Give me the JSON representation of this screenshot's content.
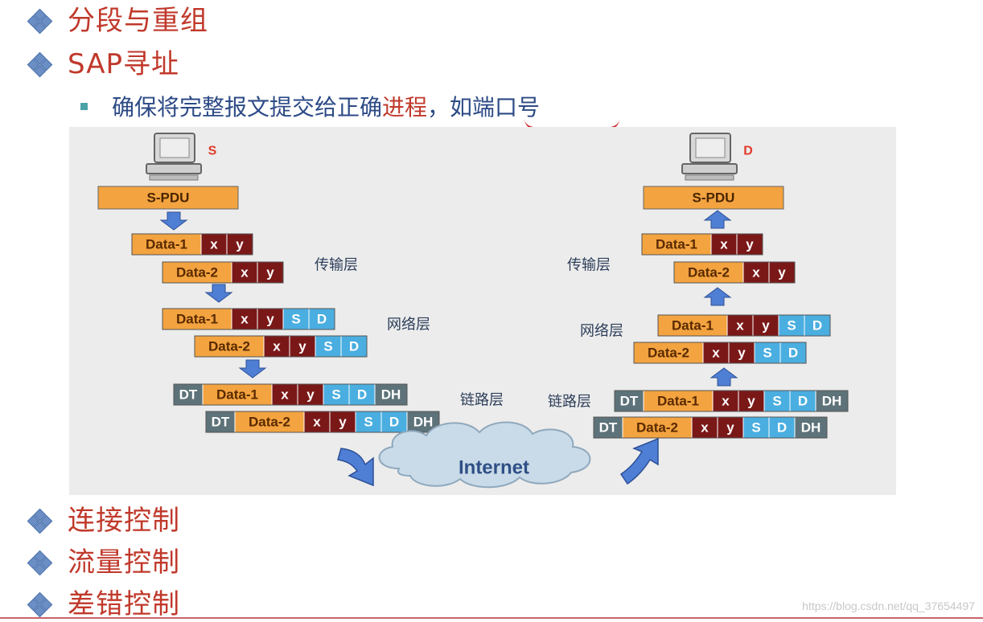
{
  "bullets": [
    {
      "text": "分段与重组"
    },
    {
      "text": "SAP寻址"
    },
    {
      "text": "连接控制"
    },
    {
      "text": "流量控制"
    },
    {
      "text": "差错控制"
    }
  ],
  "sub_bullet": {
    "part1": "确保将完整报文提交给正确",
    "part2": "进程",
    "part3": "，",
    "part4": "如端口号"
  },
  "diagram": {
    "labels": {
      "s": "S",
      "d": "D",
      "spdu": "S-PDU",
      "data1": "Data-1",
      "data2": "Data-2",
      "x": "x",
      "y": "y",
      "S": "S",
      "D": "D",
      "dt": "DT",
      "dh": "DH",
      "transport": "传输层",
      "network": "网络层",
      "link": "链路层",
      "internet": "Internet"
    },
    "colors": {
      "orange": "#f3a33f",
      "maroon": "#7a1818",
      "blue_cell": "#4aaee0",
      "gray_cell": "#5d7279",
      "arrow": "#4f7fd4",
      "source_label": "#e23b2a"
    }
  },
  "watermark": "https://blog.csdn.net/qq_37654497"
}
